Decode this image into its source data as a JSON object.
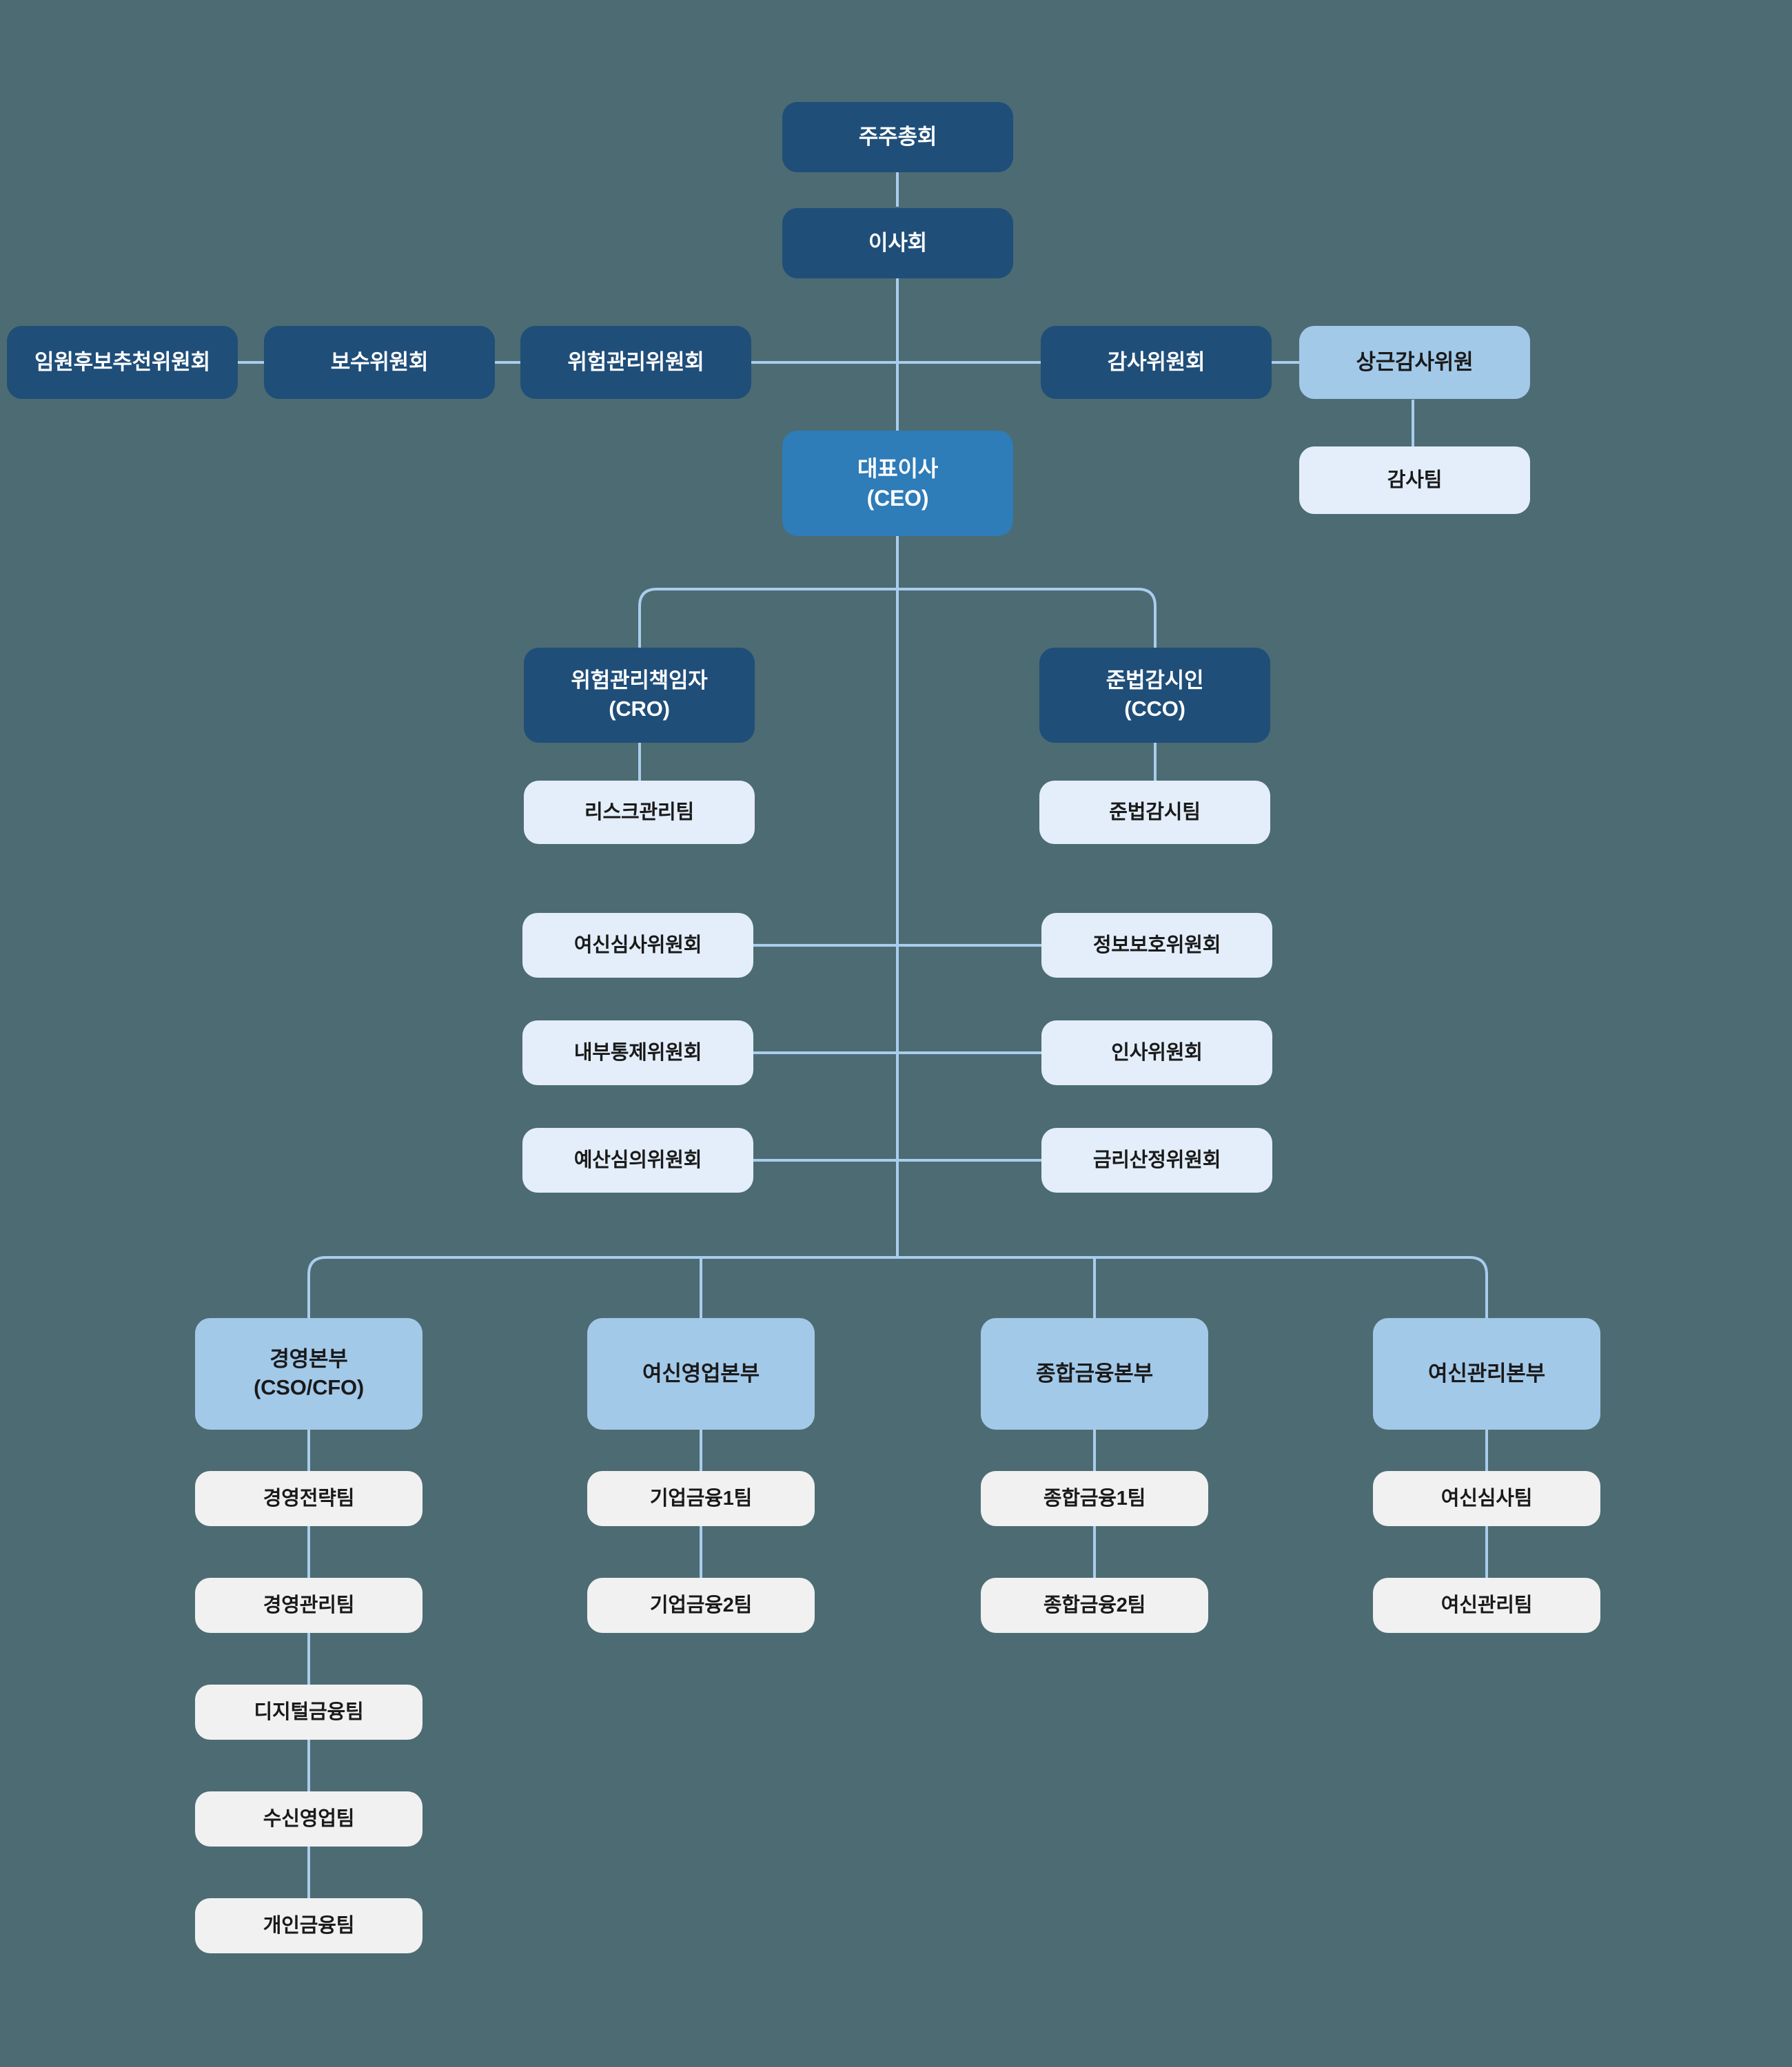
{
  "meta": {
    "title": "조직도",
    "background_color": "#4d6b72",
    "line_color": "#a8cdee"
  },
  "palette": {
    "navy": "#1f4e79",
    "ceo_blue": "#2e7cb8",
    "mid_blue": "#a3c9e9",
    "pale_blue": "#e3eefa",
    "grey": "#f1f1f1"
  },
  "governance": {
    "shareholders_meeting": "주주총회",
    "board_of_directors": "이사회",
    "ceo": "대표이사\n(CEO)"
  },
  "board_committees": [
    {
      "label": "임원후보추천위원회"
    },
    {
      "label": "보수위원회"
    },
    {
      "label": "위험관리위원회"
    },
    {
      "label": "감사위원회"
    }
  ],
  "audit_branch": {
    "standing_auditor": "상근감사위원",
    "audit_team": "감사팀"
  },
  "control_officers": [
    {
      "label": "위험관리책임자\n(CRO)",
      "team": "리스크관리팀"
    },
    {
      "label": "준법감시인\n(CCO)",
      "team": "준법감시팀"
    }
  ],
  "internal_committees": {
    "left": [
      {
        "label": "여신심사위원회"
      },
      {
        "label": "내부통제위원회"
      },
      {
        "label": "예산심의위원회"
      }
    ],
    "right": [
      {
        "label": "정보보호위원회"
      },
      {
        "label": "인사위원회"
      },
      {
        "label": "금리산정위원회"
      }
    ]
  },
  "divisions": [
    {
      "label": "경영본부\n(CSO/CFO)",
      "teams": [
        "경영전략팀",
        "경영관리팀",
        "디지털금융팀",
        "수신영업팀",
        "개인금융팀"
      ]
    },
    {
      "label": "여신영업본부",
      "teams": [
        "기업금융1팀",
        "기업금융2팀"
      ]
    },
    {
      "label": "종합금융본부",
      "teams": [
        "종합금융1팀",
        "종합금융2팀"
      ]
    },
    {
      "label": "여신관리본부",
      "teams": [
        "여신심사팀",
        "여신관리팀"
      ]
    }
  ]
}
